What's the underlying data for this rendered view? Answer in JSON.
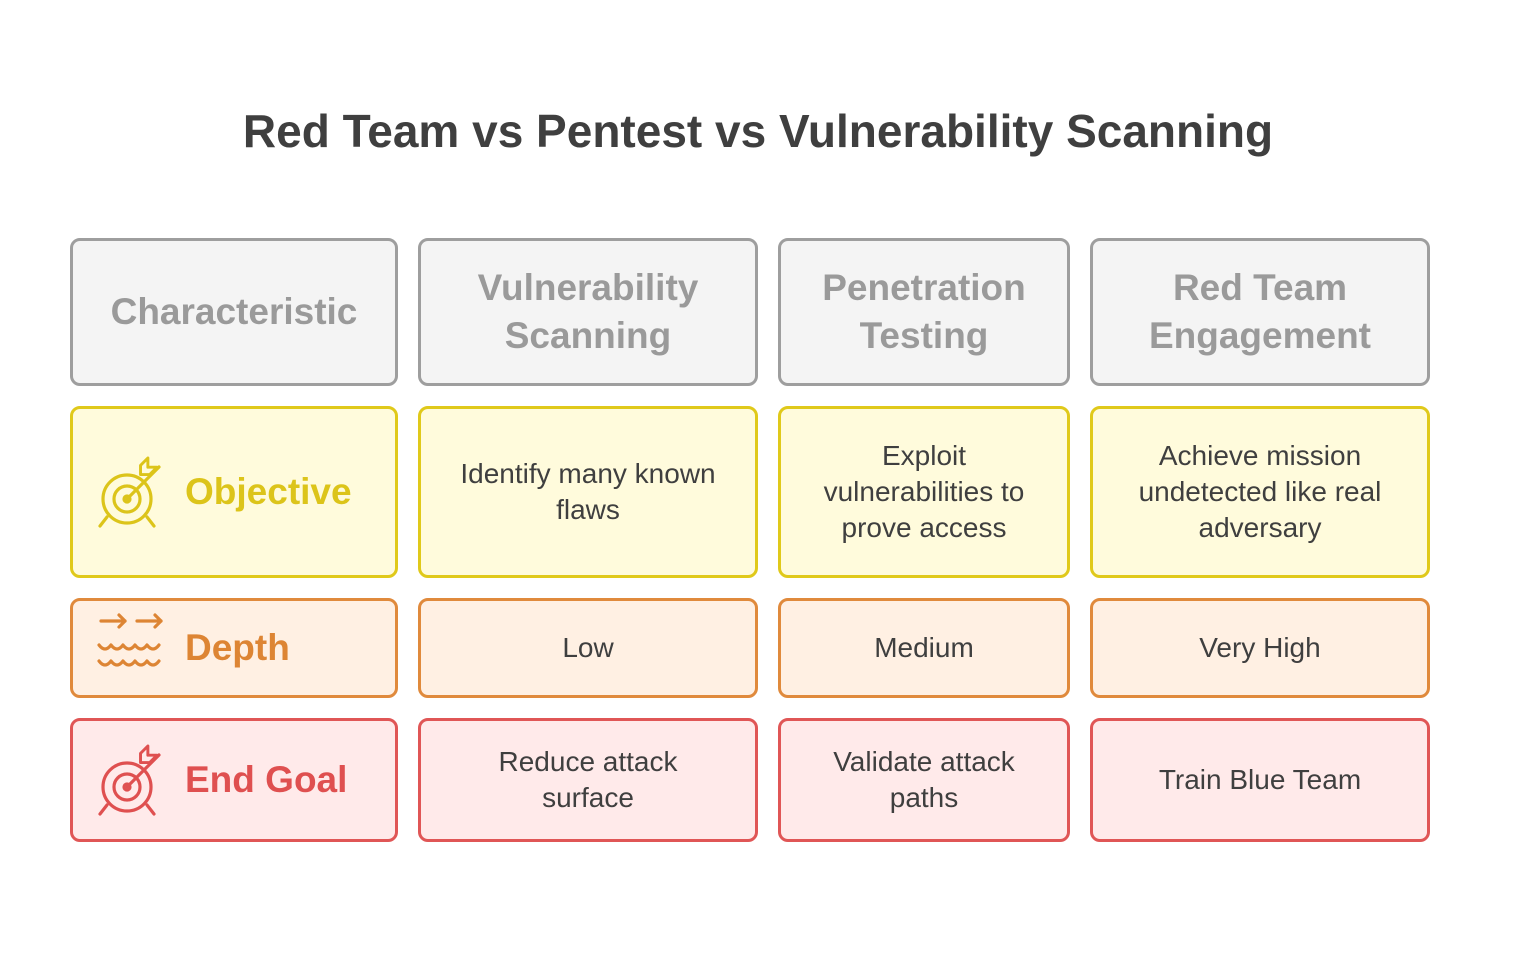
{
  "title": "Red Team vs Pentest vs Vulnerability Scanning",
  "headers": [
    "Characteristic",
    "Vulnerability Scanning",
    "Penetration Testing",
    "Red Team Engagement"
  ],
  "rows": [
    {
      "label": "Objective",
      "icon": "target-arrow-icon",
      "color": "#dcc41a",
      "values": [
        "Identify many known flaws",
        "Exploit vulnerabilities to prove access",
        "Achieve mission undetected like real adversary"
      ]
    },
    {
      "label": "Depth",
      "icon": "waves-arrows-icon",
      "color": "#dd8534",
      "values": [
        "Low",
        "Medium",
        "Very High"
      ]
    },
    {
      "label": "End Goal",
      "icon": "target-arrow-icon",
      "color": "#df5050",
      "values": [
        "Reduce attack surface",
        "Validate attack paths",
        "Train Blue Team"
      ]
    }
  ]
}
